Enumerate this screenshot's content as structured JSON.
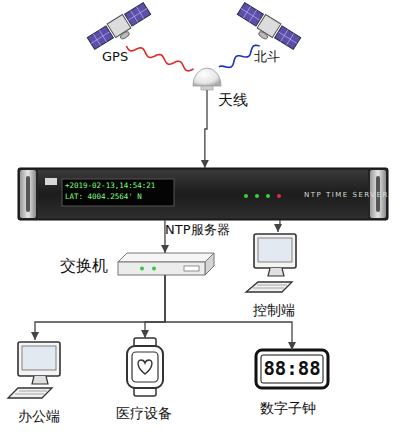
{
  "diagram": {
    "nodes": [
      {
        "text": [
          "GPS"
        ]
      },
      {
        "text": [
          "北斗"
        ]
      },
      {
        "text": [
          "天线"
        ]
      },
      {
        "text": [
          "+2019-02-13,14:54:21",
          "LAT: 4004.2564' N",
          "NTP TIME SERVER",
          "NTP服务器"
        ]
      },
      {
        "text": [
          "交换机"
        ]
      },
      {
        "text": [
          "控制端"
        ]
      },
      {
        "text": [
          "办公端"
        ]
      },
      {
        "text": [
          "医疗设备"
        ]
      },
      {
        "text": [
          "88:88",
          "数字子钟"
        ]
      }
    ],
    "edges": [
      {
        "from": 0,
        "to": 2,
        "arrow": "none"
      },
      {
        "from": 1,
        "to": 2,
        "arrow": "none"
      },
      {
        "from": 2,
        "to": 3,
        "arrow": "to"
      },
      {
        "from": 3,
        "to": 4,
        "arrow": "to"
      },
      {
        "from": 3,
        "to": 5,
        "arrow": "to"
      },
      {
        "from": 4,
        "to": 6,
        "arrow": "to"
      },
      {
        "from": 4,
        "to": 7,
        "arrow": "to"
      },
      {
        "from": 4,
        "to": 8,
        "arrow": "to"
      }
    ]
  }
}
